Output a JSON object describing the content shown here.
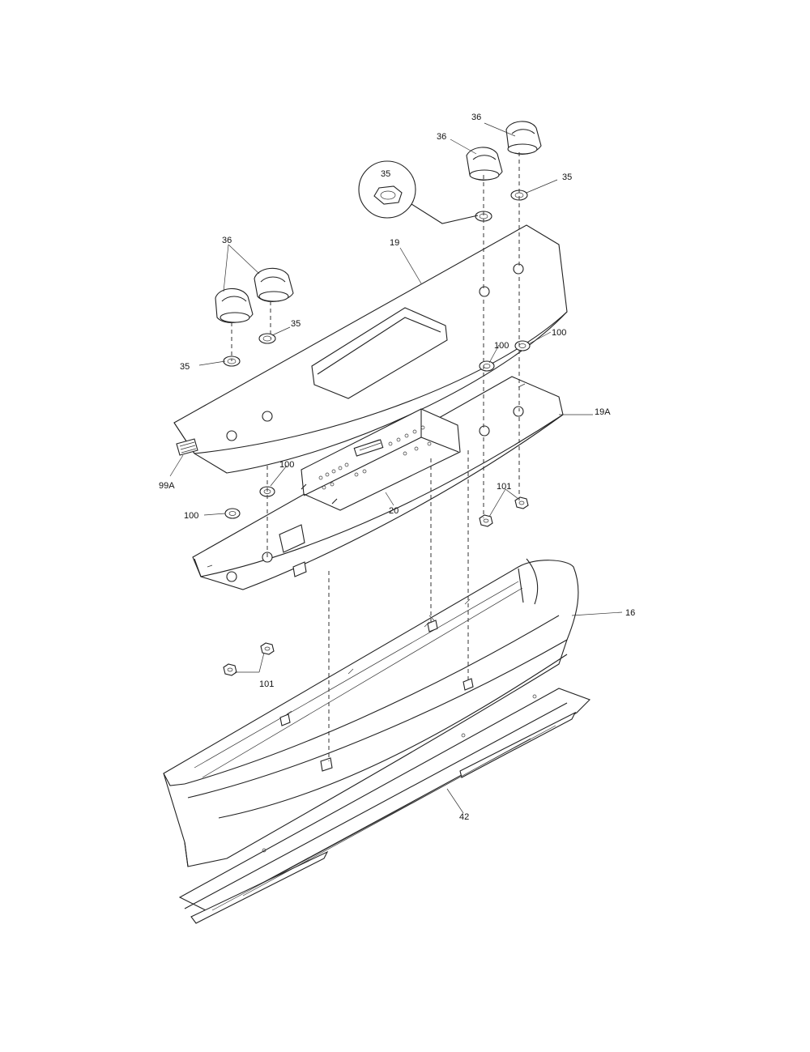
{
  "labels": {
    "l36a": "36",
    "l36b": "36",
    "l36c": "36",
    "l35a": "35",
    "l35b": "35",
    "l35c": "35",
    "l35d": "35",
    "l19": "19",
    "l19A": "19A",
    "l100a": "100",
    "l100b": "100",
    "l100c": "100",
    "l100d": "100",
    "l99A": "99A",
    "l20": "20",
    "l101a": "101",
    "l101b": "101",
    "l16": "16",
    "l42": "42"
  }
}
